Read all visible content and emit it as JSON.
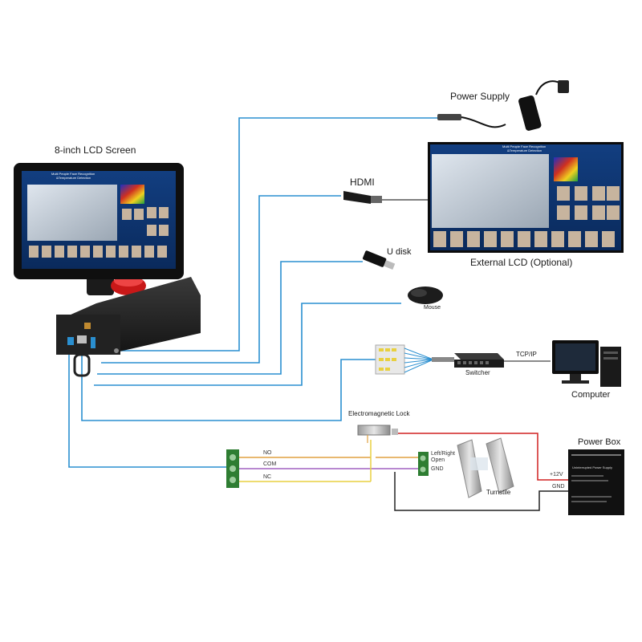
{
  "labels": {
    "lcd_screen": "8-inch LCD Screen",
    "power_supply": "Power Supply",
    "hdmi": "HDMI",
    "external_lcd": "External LCD (Optional)",
    "u_disk": "U disk",
    "mouse": "Mouse",
    "switcher": "Switcher",
    "tcp_ip": "TCP/IP",
    "computer": "Computer",
    "electromagnetic_lock": "Electromagnetic Lock",
    "power_box": "Power Box",
    "turnstile": "Turnstile",
    "no": "NO",
    "com": "COM",
    "nc": "NC",
    "left_right_open": "Left/Right Open",
    "gnd_terminal": "GND",
    "plus_12v": "+12V",
    "gnd_box": "GND"
  },
  "screen_text": {
    "title_line1": "Multi People Face Recognition",
    "title_line2": "&Temperature Detection"
  },
  "power_box_text": {
    "header": "Uninterrupted Power Supply"
  },
  "colors": {
    "wire_blue": "#2a8fd0",
    "wire_orange": "#e0a040",
    "wire_purple": "#a060c0",
    "wire_yellow": "#e8d040",
    "wire_red": "#d02020",
    "wire_black": "#222222",
    "terminal_green": "#2e7d32",
    "screen_blue": "#0e3a78"
  }
}
